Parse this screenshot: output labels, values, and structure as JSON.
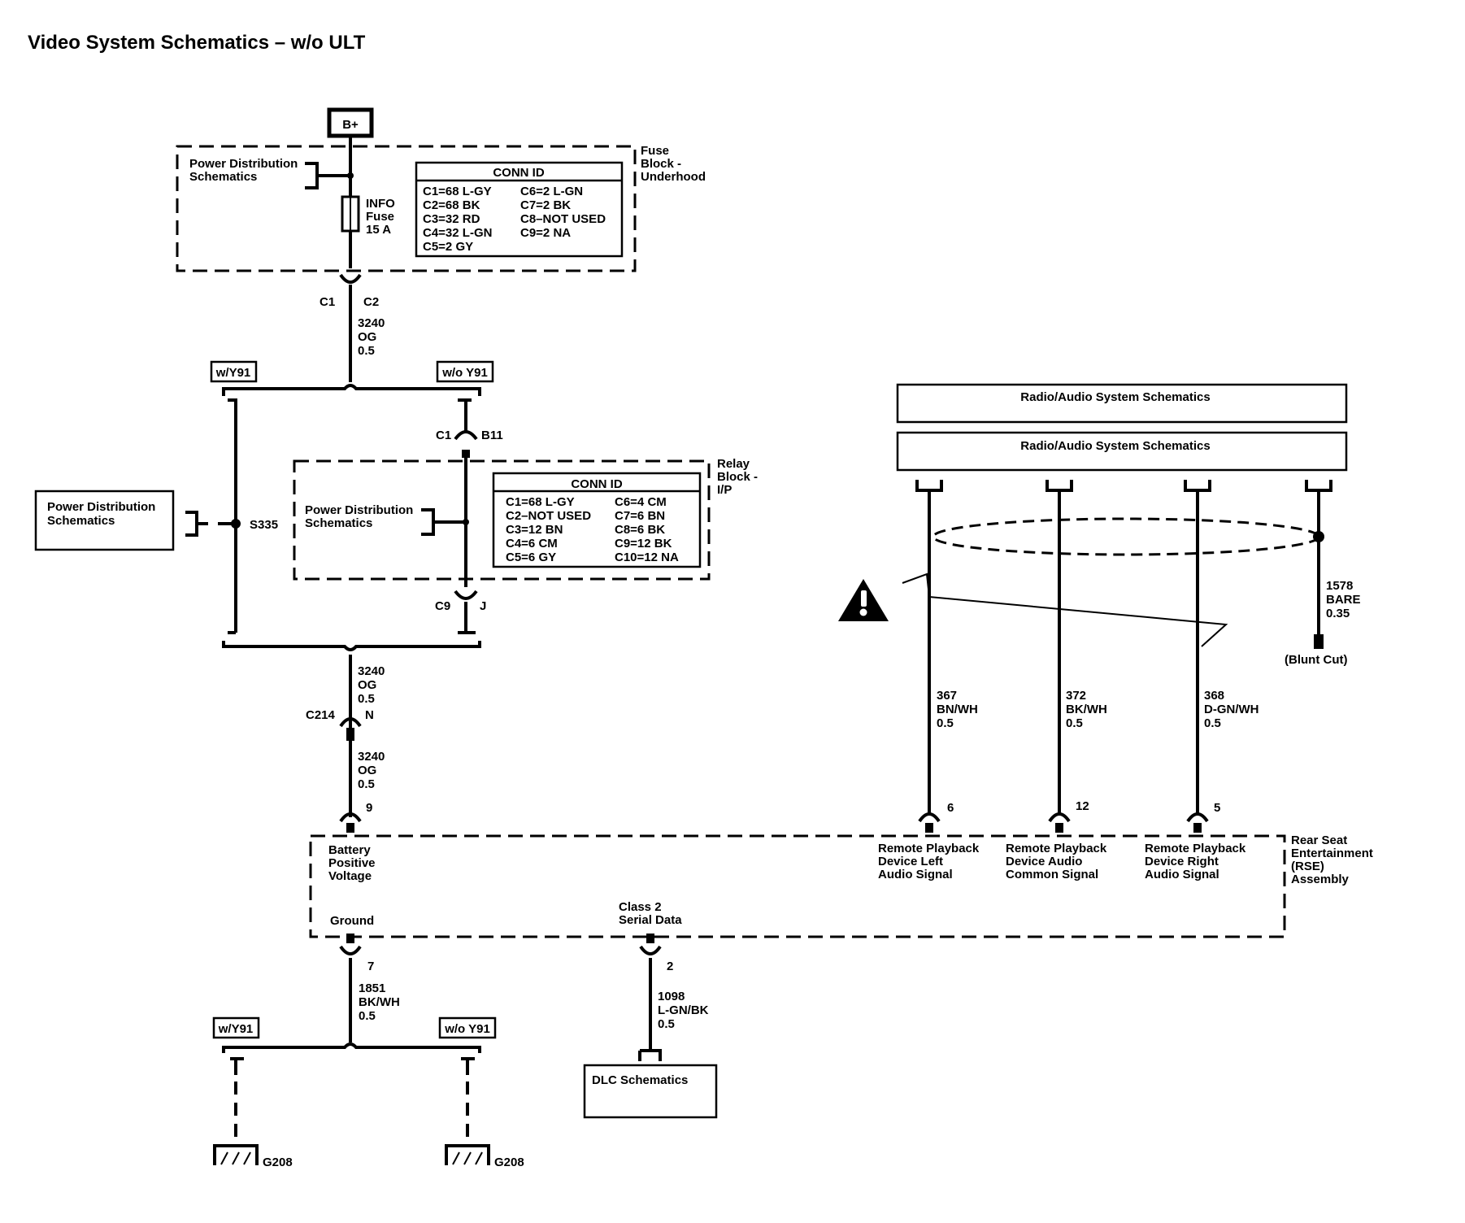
{
  "title": "Video System Schematics – w/o ULT",
  "power": {
    "b_plus": "B+",
    "fuse_block_label": [
      "Fuse",
      "Block -",
      "Underhood"
    ],
    "pds_1": [
      "Power Distribution",
      "Schematics"
    ],
    "fuse_label": [
      "INFO",
      "Fuse",
      "15 A"
    ],
    "conn_id_title": "CONN ID",
    "conn_id_1": [
      [
        "C1=68 L-GY",
        "C6=2 L-GN"
      ],
      [
        "C2=68 BK",
        "C7=2 BK"
      ],
      [
        "C3=32 RD",
        "C8–NOT USED"
      ],
      [
        "C4=32 L-GN",
        "C9=2 NA"
      ],
      [
        "C5=2 GY",
        ""
      ]
    ],
    "conn_c1": "C1",
    "conn_c2": "C2",
    "wire_top": [
      "3240",
      "OG",
      "0.5"
    ]
  },
  "options": {
    "with_y91": "w/Y91",
    "without_y91": "w/o Y91"
  },
  "relay": {
    "block_label": [
      "Relay",
      "Block -",
      "I/P"
    ],
    "pds_left": [
      "Power Distribution",
      "Schematics"
    ],
    "splice": "S335",
    "pds_inner": [
      "Power Distribution",
      "Schematics"
    ],
    "conn_c1": "C1",
    "conn_b11": "B11",
    "conn_c9": "C9",
    "conn_j": "J",
    "conn_id_title": "CONN ID",
    "conn_id_2": [
      [
        "C1=68 L-GY",
        "C6=4 CM"
      ],
      [
        "C2–NOT USED",
        "C7=6 BN"
      ],
      [
        "C3=12 BN",
        "C8=6 BK"
      ],
      [
        "C4=6 CM",
        "C9=12 BK"
      ],
      [
        "C5=6 GY",
        "C10=12 NA"
      ]
    ]
  },
  "lower_feed": {
    "wire_a": [
      "3240",
      "OG",
      "0.5"
    ],
    "c214": "C214",
    "pin_n": "N",
    "wire_b": [
      "3240",
      "OG",
      "0.5"
    ],
    "pin_9": "9"
  },
  "radio": {
    "box1": "Radio/Audio System Schematics",
    "box2": "Radio/Audio System Schematics",
    "drain_wire": [
      "1578",
      "BARE",
      "0.35"
    ],
    "blunt_cut": "(Blunt Cut)",
    "wires": [
      {
        "circuit": [
          "367",
          "BN/WH",
          "0.5"
        ],
        "pin": "6"
      },
      {
        "circuit": [
          "372",
          "BK/WH",
          "0.5"
        ],
        "pin": "12"
      },
      {
        "circuit": [
          "368",
          "D-GN/WH",
          "0.5"
        ],
        "pin": "5"
      }
    ]
  },
  "rse": {
    "label": [
      "Rear Seat",
      "Entertainment",
      "(RSE)",
      "Assembly"
    ],
    "battery": [
      "Battery",
      "Positive",
      "Voltage"
    ],
    "left_audio": [
      "Remote Playback",
      "Device Left",
      "Audio Signal"
    ],
    "common": [
      "Remote Playback",
      "Device Audio",
      "Common Signal"
    ],
    "right_audio": [
      "Remote Playback",
      "Device Right",
      "Audio Signal"
    ],
    "ground": "Ground",
    "serial": [
      "Class 2",
      "Serial Data"
    ]
  },
  "bottom": {
    "pin_7": "7",
    "pin_2": "2",
    "ground_wire": [
      "1851",
      "BK/WH",
      "0.5"
    ],
    "serial_wire": [
      "1098",
      "L-GN/BK",
      "0.5"
    ],
    "with_y91": "w/Y91",
    "without_y91": "w/o Y91",
    "dlc": "DLC Schematics",
    "g208_a": "G208",
    "g208_b": "G208"
  }
}
